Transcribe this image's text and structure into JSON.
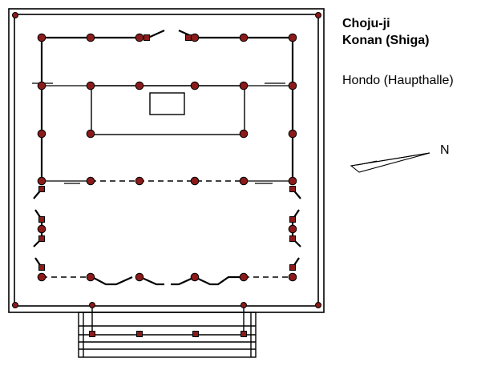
{
  "title": {
    "temple": "Choju-ji",
    "location": "Konan (Shiga)",
    "building": "Hondo (Haupthalle)"
  },
  "north_label": "N",
  "colors": {
    "line": "#000000",
    "column_fill": "#8b1a1a",
    "background": "#ffffff"
  },
  "icons": {
    "north_arrow": "north-arrow-icon"
  }
}
